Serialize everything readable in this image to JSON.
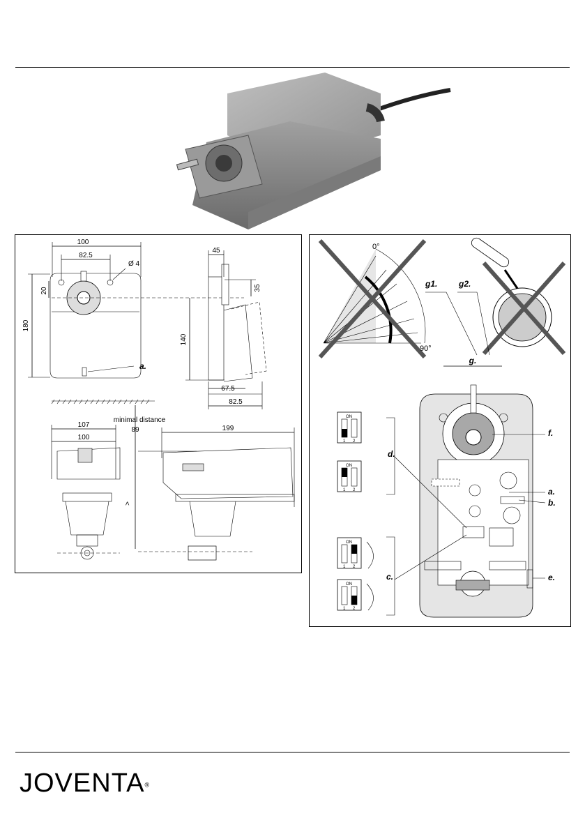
{
  "left_panel": {
    "front": {
      "dim_100": "100",
      "dim_82_5": "82.5",
      "dim_dia": "Ø 4",
      "dim_20": "20",
      "dim_180": "180",
      "label_a": "a."
    },
    "side": {
      "dim_45": "45",
      "dim_35": "35",
      "dim_140": "140",
      "dim_67_5": "67.5",
      "dim_82_5": "82.5"
    },
    "bottom": {
      "dim_107": "107",
      "dim_100": "100",
      "minimal_distance": "minimal distance",
      "dim_89": "89",
      "dim_199": "199",
      "dim_gt": ">"
    }
  },
  "right_panel": {
    "angle_0": "0°",
    "angle_90": "90°",
    "label_g1": "g1.",
    "label_g2": "g2.",
    "label_g": "g.",
    "label_f": "f.",
    "label_d": "d.",
    "label_a": "a.",
    "label_b": "b.",
    "label_c": "c.",
    "label_e": "e.",
    "dip_on": "ON",
    "dip_1": "1",
    "dip_2": "2"
  },
  "footer": {
    "brand": "JOVENTA",
    "registered": "®"
  }
}
